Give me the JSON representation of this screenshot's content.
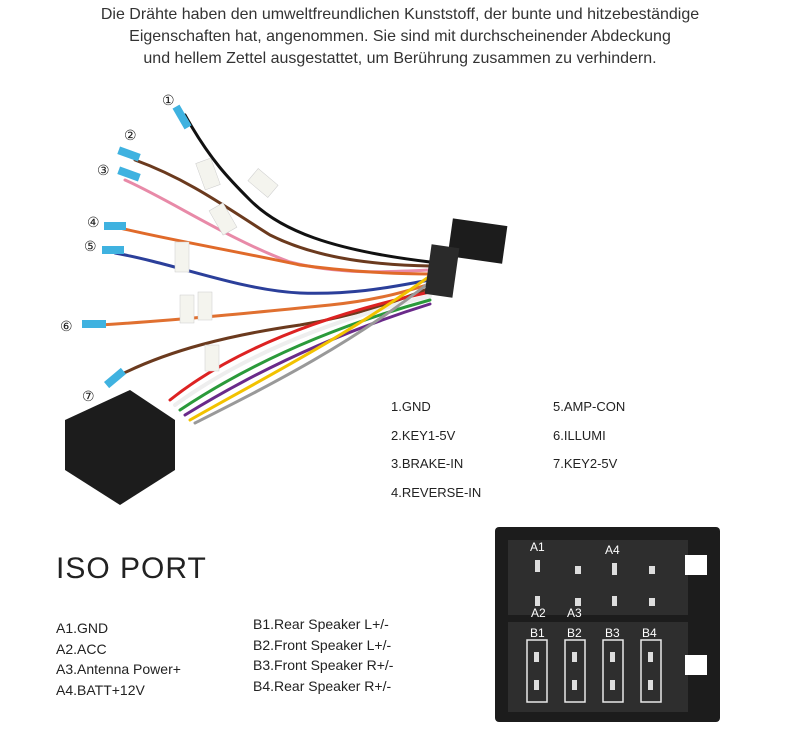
{
  "intro": {
    "lines": [
      "Die Drähte haben den umweltfreundlichen Kunststoff, der bunte und hitzebeständige",
      "Eigenschaften hat, angenommen. Sie sind mit durchscheinender Abdeckung",
      "und hellem Zettel ausgestattet, um Berührung zusammen zu verhindern."
    ]
  },
  "wire_markers": [
    "①",
    "②",
    "③",
    "④",
    "⑤",
    "⑥",
    "⑦"
  ],
  "pin_labels": {
    "left": [
      "1.GND",
      "2.KEY1-5V",
      "3.BRAKE-IN",
      "4.REVERSE-IN"
    ],
    "right": [
      "5.AMP-CON",
      "6.ILLUMI",
      "7.KEY2-5V"
    ]
  },
  "iso": {
    "title": "ISO PORT",
    "a_list": [
      "A1.GND",
      "A2.ACC",
      "A3.Antenna Power+",
      "A4.BATT+12V"
    ],
    "b_list": [
      "B1.Rear Speaker L+/-",
      "B2.Front Speaker L+/-",
      "B3.Front Speaker R+/-",
      "B4.Rear Speaker R+/-"
    ],
    "connector_labels": {
      "a1": "A1",
      "a2": "A2",
      "a3": "A3",
      "a4": "A4",
      "b1": "B1",
      "b2": "B2",
      "b3": "B3",
      "b4": "B4"
    }
  },
  "colors": {
    "connector": "#1c1c1c",
    "tip": "#3fb2e0"
  }
}
